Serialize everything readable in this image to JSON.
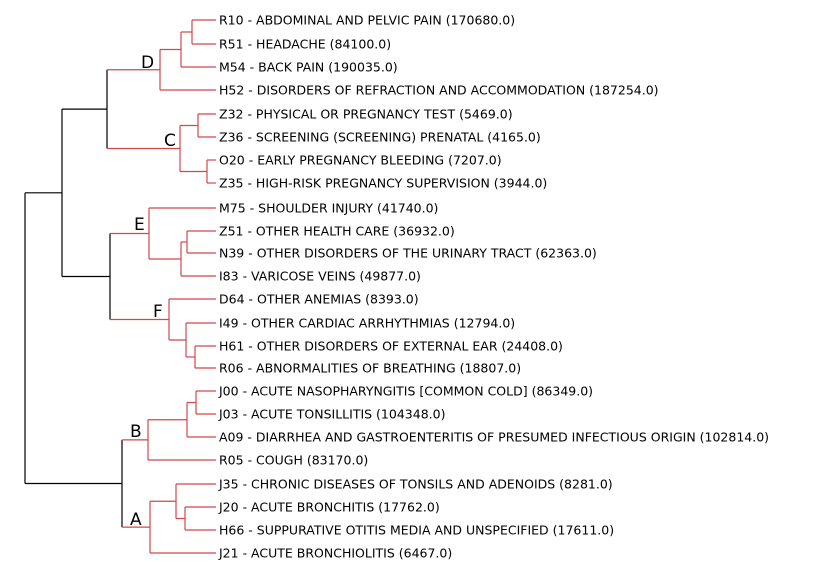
{
  "colors": {
    "trunk": "#000000",
    "cluster_branch": "#d0484a",
    "text": "#000000"
  },
  "clusters": {
    "D": "D",
    "C": "C",
    "E": "E",
    "F": "F",
    "B": "B",
    "A": "A"
  },
  "leaves": [
    {
      "code": "R10",
      "label": "R10 - ABDOMINAL AND PELVIC PAIN",
      "value": "(170680.0)"
    },
    {
      "code": "R51",
      "label": "R51 - HEADACHE",
      "value": "(84100.0)"
    },
    {
      "code": "M54",
      "label": "M54 - BACK PAIN",
      "value": "(190035.0)"
    },
    {
      "code": "H52",
      "label": "H52 - DISORDERS OF REFRACTION AND ACCOMMODATION",
      "value": "(187254.0)"
    },
    {
      "code": "Z32",
      "label": "Z32 - PHYSICAL OR PREGNANCY TEST",
      "value": "(5469.0)"
    },
    {
      "code": "Z36",
      "label": "Z36 - SCREENING (SCREENING) PRENATAL",
      "value": "(4165.0)"
    },
    {
      "code": "O20",
      "label": "O20 - EARLY PREGNANCY BLEEDING",
      "value": "(7207.0)"
    },
    {
      "code": "Z35",
      "label": "Z35 - HIGH-RISK PREGNANCY SUPERVISION",
      "value": "(3944.0)"
    },
    {
      "code": "M75",
      "label": "M75 - SHOULDER INJURY",
      "value": "(41740.0)"
    },
    {
      "code": "Z51",
      "label": "Z51 - OTHER HEALTH CARE",
      "value": "(36932.0)"
    },
    {
      "code": "N39",
      "label": "N39 - OTHER DISORDERS OF THE URINARY TRACT",
      "value": "(62363.0)"
    },
    {
      "code": "I83",
      "label": "I83 - VARICOSE VEINS",
      "value": "(49877.0)"
    },
    {
      "code": "D64",
      "label": "D64 - OTHER ANEMIAS",
      "value": "(8393.0)"
    },
    {
      "code": "I49",
      "label": "I49 - OTHER CARDIAC ARRHYTHMIAS",
      "value": "(12794.0)"
    },
    {
      "code": "H61",
      "label": "H61 - OTHER DISORDERS OF EXTERNAL EAR",
      "value": "(24408.0)"
    },
    {
      "code": "R06",
      "label": "R06 - ABNORMALITIES OF BREATHING",
      "value": "(18807.0)"
    },
    {
      "code": "J00",
      "label": "J00 - ACUTE NASOPHARYNGITIS [COMMON COLD]",
      "value": "(86349.0)"
    },
    {
      "code": "J03",
      "label": "J03 - ACUTE TONSILLITIS",
      "value": "(104348.0)"
    },
    {
      "code": "A09",
      "label": "A09 - DIARRHEA AND GASTROENTERITIS OF PRESUMED INFECTIOUS ORIGIN",
      "value": "(102814.0)"
    },
    {
      "code": "R05",
      "label": "R05 - COUGH",
      "value": "(83170.0)"
    },
    {
      "code": "J35",
      "label": "J35 - CHRONIC DISEASES OF TONSILS AND ADENOIDS",
      "value": "(8281.0)"
    },
    {
      "code": "J20",
      "label": "J20 - ACUTE BRONCHITIS",
      "value": "(17762.0)"
    },
    {
      "code": "H66",
      "label": "H66 - SUPPURATIVE OTITIS MEDIA AND UNSPECIFIED",
      "value": "(17611.0)"
    },
    {
      "code": "J21",
      "label": "J21 - ACUTE BRONCHIOLITIS",
      "value": "(6467.0)"
    }
  ]
}
